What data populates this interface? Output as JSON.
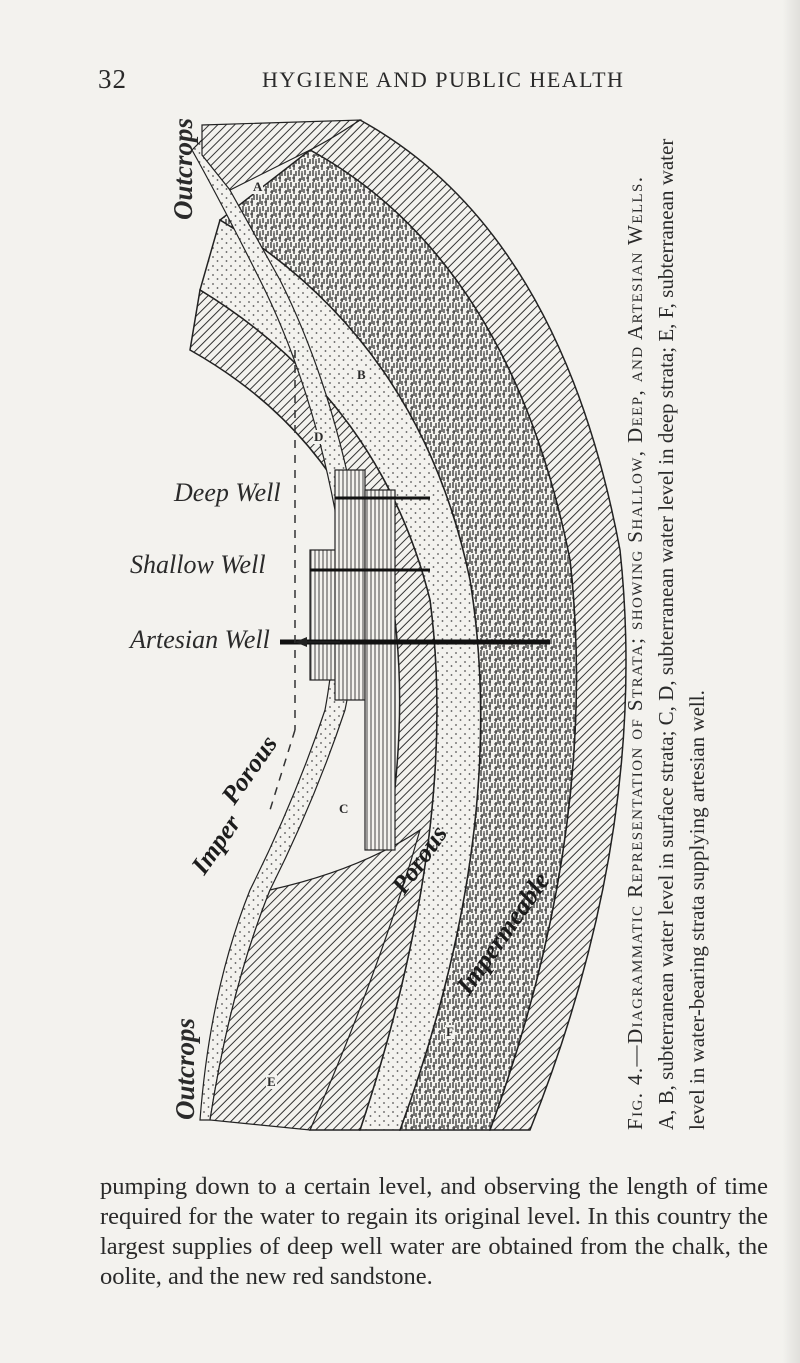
{
  "page": {
    "number": "32",
    "running_head": "HYGIENE AND PUBLIC HEALTH"
  },
  "figure": {
    "outcrops_top": "Outcrops",
    "outcrops_bottom": "Outcrops",
    "wells": {
      "deep": "Deep Well",
      "shallow": "Shallow Well",
      "artesian": "Artesian Well"
    },
    "strata": {
      "porous_left": "Porous",
      "porous_middle": "Porous",
      "impermeable_left": "Imper",
      "impermeable_right": "Impermeable"
    },
    "letters": {
      "a": "A",
      "b": "B",
      "c": "C",
      "d": "D",
      "e": "E",
      "f": "F"
    }
  },
  "caption": {
    "label": "Fig. 4.",
    "title": "—Diagrammatic Representation of Strata; showing Shallow, Deep, and Artesian Wells.",
    "body": "A, B, subterranean water level in surface strata; C, D, subterranean water level in deep strata; E, F, subterranean water level in water-bearing strata supplying artesian well."
  },
  "body_text": "pumping down to a certain level, and observing the length of time required for the water to regain its original level. In this country the largest supplies of deep well water are obtained from the chalk, the oolite, and the new red sandstone."
}
